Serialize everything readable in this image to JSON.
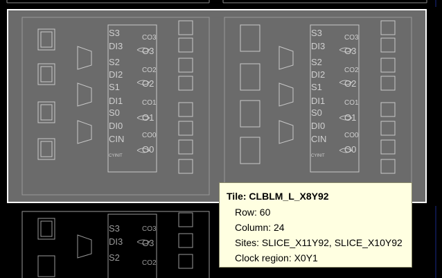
{
  "tooltip": {
    "title": "Tile: CLBLM_L_X8Y92",
    "row": "Row: 60",
    "column": "Column: 24",
    "sites": "Sites: SLICE_X11Y92, SLICE_X10Y92",
    "clock_region": "Clock region: X0Y1"
  },
  "pin_labels": {
    "s3": "S3",
    "di3": "DI3",
    "s2": "S2",
    "di2": "DI2",
    "s1": "S1",
    "di1": "DI1",
    "s0": "S0",
    "di0": "DI0",
    "cin": "CIN",
    "co3": "CO3",
    "o3": "O3",
    "co2": "CO2",
    "o2": "O2",
    "co1": "CO1",
    "o1": "O1",
    "co0": "CO0",
    "o0": "O0",
    "cyinit": "CYINIT"
  },
  "colors": {
    "selected_tile_bg": "#6b6b6b",
    "selected_tile_border": "#ffffff",
    "tooltip_bg": "#ffffe1",
    "canvas_bg": "#000000",
    "grid_line": "#1a2a8a"
  }
}
